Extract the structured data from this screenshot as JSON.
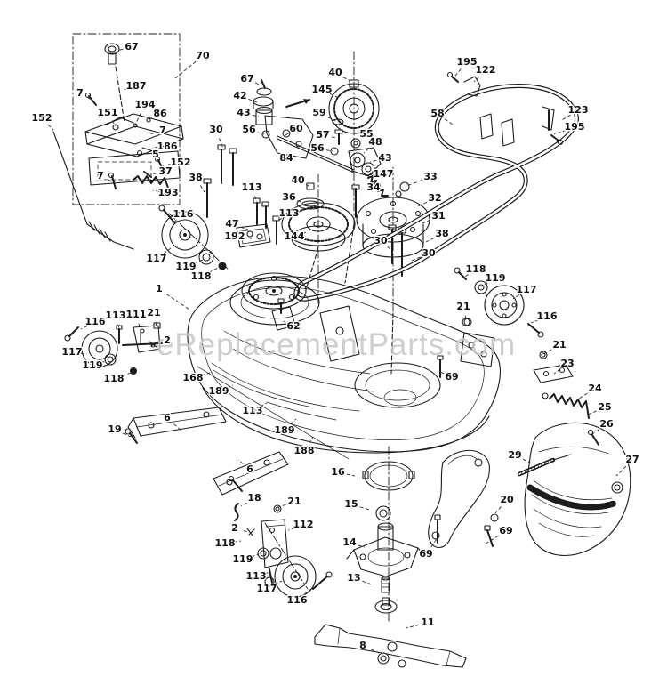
{
  "page": {
    "background": "#ffffff",
    "ink": "#1c1c1c"
  },
  "watermark": {
    "text": "eReplacementParts.com",
    "color": "#c6c6c6"
  },
  "diagram": {
    "type": "exploded-parts-diagram",
    "subject": "lawn tractor mower deck assembly",
    "labels": [
      [
        "67",
        148,
        53,
        131,
        57
      ],
      [
        "70",
        228,
        63,
        197,
        88
      ],
      [
        "187",
        153,
        97,
        139,
        101
      ],
      [
        "7",
        90,
        105,
        103,
        112
      ],
      [
        "151",
        121,
        127,
        130,
        142
      ],
      [
        "194",
        163,
        118,
        152,
        140
      ],
      [
        "86",
        180,
        128,
        167,
        134
      ],
      [
        "152",
        47,
        133,
        60,
        146
      ],
      [
        "7",
        183,
        147,
        168,
        151
      ],
      [
        "186",
        188,
        165,
        171,
        166
      ],
      [
        "5",
        175,
        174,
        159,
        172
      ],
      [
        "152",
        203,
        183,
        182,
        186
      ],
      [
        "37",
        186,
        193,
        169,
        196
      ],
      [
        "7",
        113,
        198,
        128,
        205
      ],
      [
        "193",
        189,
        217,
        172,
        214
      ],
      [
        "38",
        220,
        200,
        230,
        216
      ],
      [
        "116",
        206,
        241,
        194,
        251
      ],
      [
        "117",
        176,
        291,
        192,
        279
      ],
      [
        "119",
        209,
        300,
        228,
        292
      ],
      [
        "118",
        226,
        311,
        247,
        300
      ],
      [
        "1",
        179,
        325,
        213,
        348
      ],
      [
        "30",
        243,
        146,
        251,
        167
      ],
      [
        "67",
        278,
        89,
        294,
        96
      ],
      [
        "42",
        270,
        108,
        289,
        115
      ],
      [
        "43",
        274,
        127,
        291,
        131
      ],
      [
        "56",
        280,
        146,
        297,
        151
      ],
      [
        "60",
        333,
        145,
        321,
        152
      ],
      [
        "84",
        322,
        178,
        337,
        176
      ],
      [
        "40",
        377,
        82,
        394,
        91
      ],
      [
        "145",
        362,
        101,
        381,
        110
      ],
      [
        "59",
        359,
        127,
        377,
        136
      ],
      [
        "57",
        363,
        152,
        379,
        155
      ],
      [
        "55",
        412,
        151,
        401,
        160
      ],
      [
        "56",
        357,
        167,
        374,
        170
      ],
      [
        "48",
        422,
        160,
        409,
        172
      ],
      [
        "43",
        433,
        178,
        416,
        182
      ],
      [
        "147",
        431,
        196,
        414,
        199
      ],
      [
        "34",
        420,
        211,
        405,
        213
      ],
      [
        "40",
        335,
        203,
        347,
        209
      ],
      [
        "36",
        325,
        222,
        341,
        228
      ],
      [
        "113",
        283,
        211,
        289,
        227
      ],
      [
        "113",
        325,
        240,
        313,
        248
      ],
      [
        "47",
        261,
        252,
        279,
        258
      ],
      [
        "192",
        264,
        266,
        283,
        268
      ],
      [
        "144",
        331,
        266,
        344,
        261
      ],
      [
        "30",
        428,
        271,
        440,
        281
      ],
      [
        "33",
        484,
        199,
        457,
        209
      ],
      [
        "32",
        489,
        223,
        470,
        232
      ],
      [
        "31",
        493,
        243,
        475,
        251
      ],
      [
        "38",
        497,
        263,
        479,
        272
      ],
      [
        "195",
        525,
        70,
        512,
        85
      ],
      [
        "122",
        546,
        79,
        533,
        92
      ],
      [
        "58",
        492,
        128,
        509,
        140
      ],
      [
        "123",
        650,
        124,
        630,
        136
      ],
      [
        "195",
        646,
        143,
        623,
        151
      ],
      [
        "30",
        482,
        285,
        463,
        293
      ],
      [
        "118",
        535,
        303,
        521,
        312
      ],
      [
        "119",
        557,
        313,
        541,
        322
      ],
      [
        "117",
        592,
        326,
        577,
        336
      ],
      [
        "21",
        521,
        345,
        524,
        359
      ],
      [
        "116",
        615,
        356,
        597,
        363
      ],
      [
        "21",
        629,
        388,
        611,
        398
      ],
      [
        "23",
        638,
        409,
        623,
        420
      ],
      [
        "24",
        669,
        437,
        651,
        448
      ],
      [
        "25",
        680,
        458,
        661,
        466
      ],
      [
        "26",
        682,
        477,
        666,
        488
      ],
      [
        "27",
        711,
        517,
        693,
        535
      ],
      [
        "29",
        579,
        512,
        598,
        521
      ],
      [
        "62",
        330,
        367,
        319,
        361
      ],
      [
        "168",
        217,
        425,
        236,
        419
      ],
      [
        "189",
        246,
        440,
        262,
        433
      ],
      [
        "113",
        284,
        462,
        300,
        453
      ],
      [
        "189",
        320,
        484,
        333,
        471
      ],
      [
        "188",
        342,
        507,
        352,
        491
      ],
      [
        "69",
        508,
        424,
        495,
        418
      ],
      [
        "116",
        107,
        362,
        91,
        370
      ],
      [
        "113",
        130,
        355,
        134,
        369
      ],
      [
        "111",
        153,
        354,
        158,
        371
      ],
      [
        "21",
        173,
        352,
        176,
        367
      ],
      [
        "2",
        188,
        383,
        173,
        386
      ],
      [
        "117",
        81,
        396,
        98,
        398
      ],
      [
        "119",
        104,
        411,
        119,
        406
      ],
      [
        "118",
        128,
        426,
        147,
        419
      ],
      [
        "19",
        129,
        483,
        147,
        491
      ],
      [
        "6",
        188,
        470,
        204,
        484
      ],
      [
        "6",
        281,
        528,
        268,
        517
      ],
      [
        "18",
        286,
        560,
        271,
        569
      ],
      [
        "21",
        331,
        564,
        313,
        570
      ],
      [
        "112",
        341,
        590,
        324,
        596
      ],
      [
        "2",
        264,
        594,
        279,
        598
      ],
      [
        "118",
        253,
        611,
        271,
        608
      ],
      [
        "119",
        273,
        629,
        291,
        623
      ],
      [
        "113",
        288,
        648,
        304,
        643
      ],
      [
        "117",
        300,
        662,
        317,
        653
      ],
      [
        "116",
        334,
        675,
        351,
        661
      ],
      [
        "16",
        380,
        531,
        399,
        535
      ],
      [
        "15",
        395,
        567,
        416,
        573
      ],
      [
        "14",
        393,
        610,
        410,
        615
      ],
      [
        "13",
        398,
        650,
        418,
        657
      ],
      [
        "11",
        481,
        700,
        456,
        706
      ],
      [
        "8",
        408,
        726,
        426,
        734
      ],
      [
        "20",
        570,
        562,
        557,
        577
      ],
      [
        "69",
        569,
        597,
        546,
        611
      ],
      [
        "69",
        479,
        623,
        493,
        603
      ]
    ]
  }
}
